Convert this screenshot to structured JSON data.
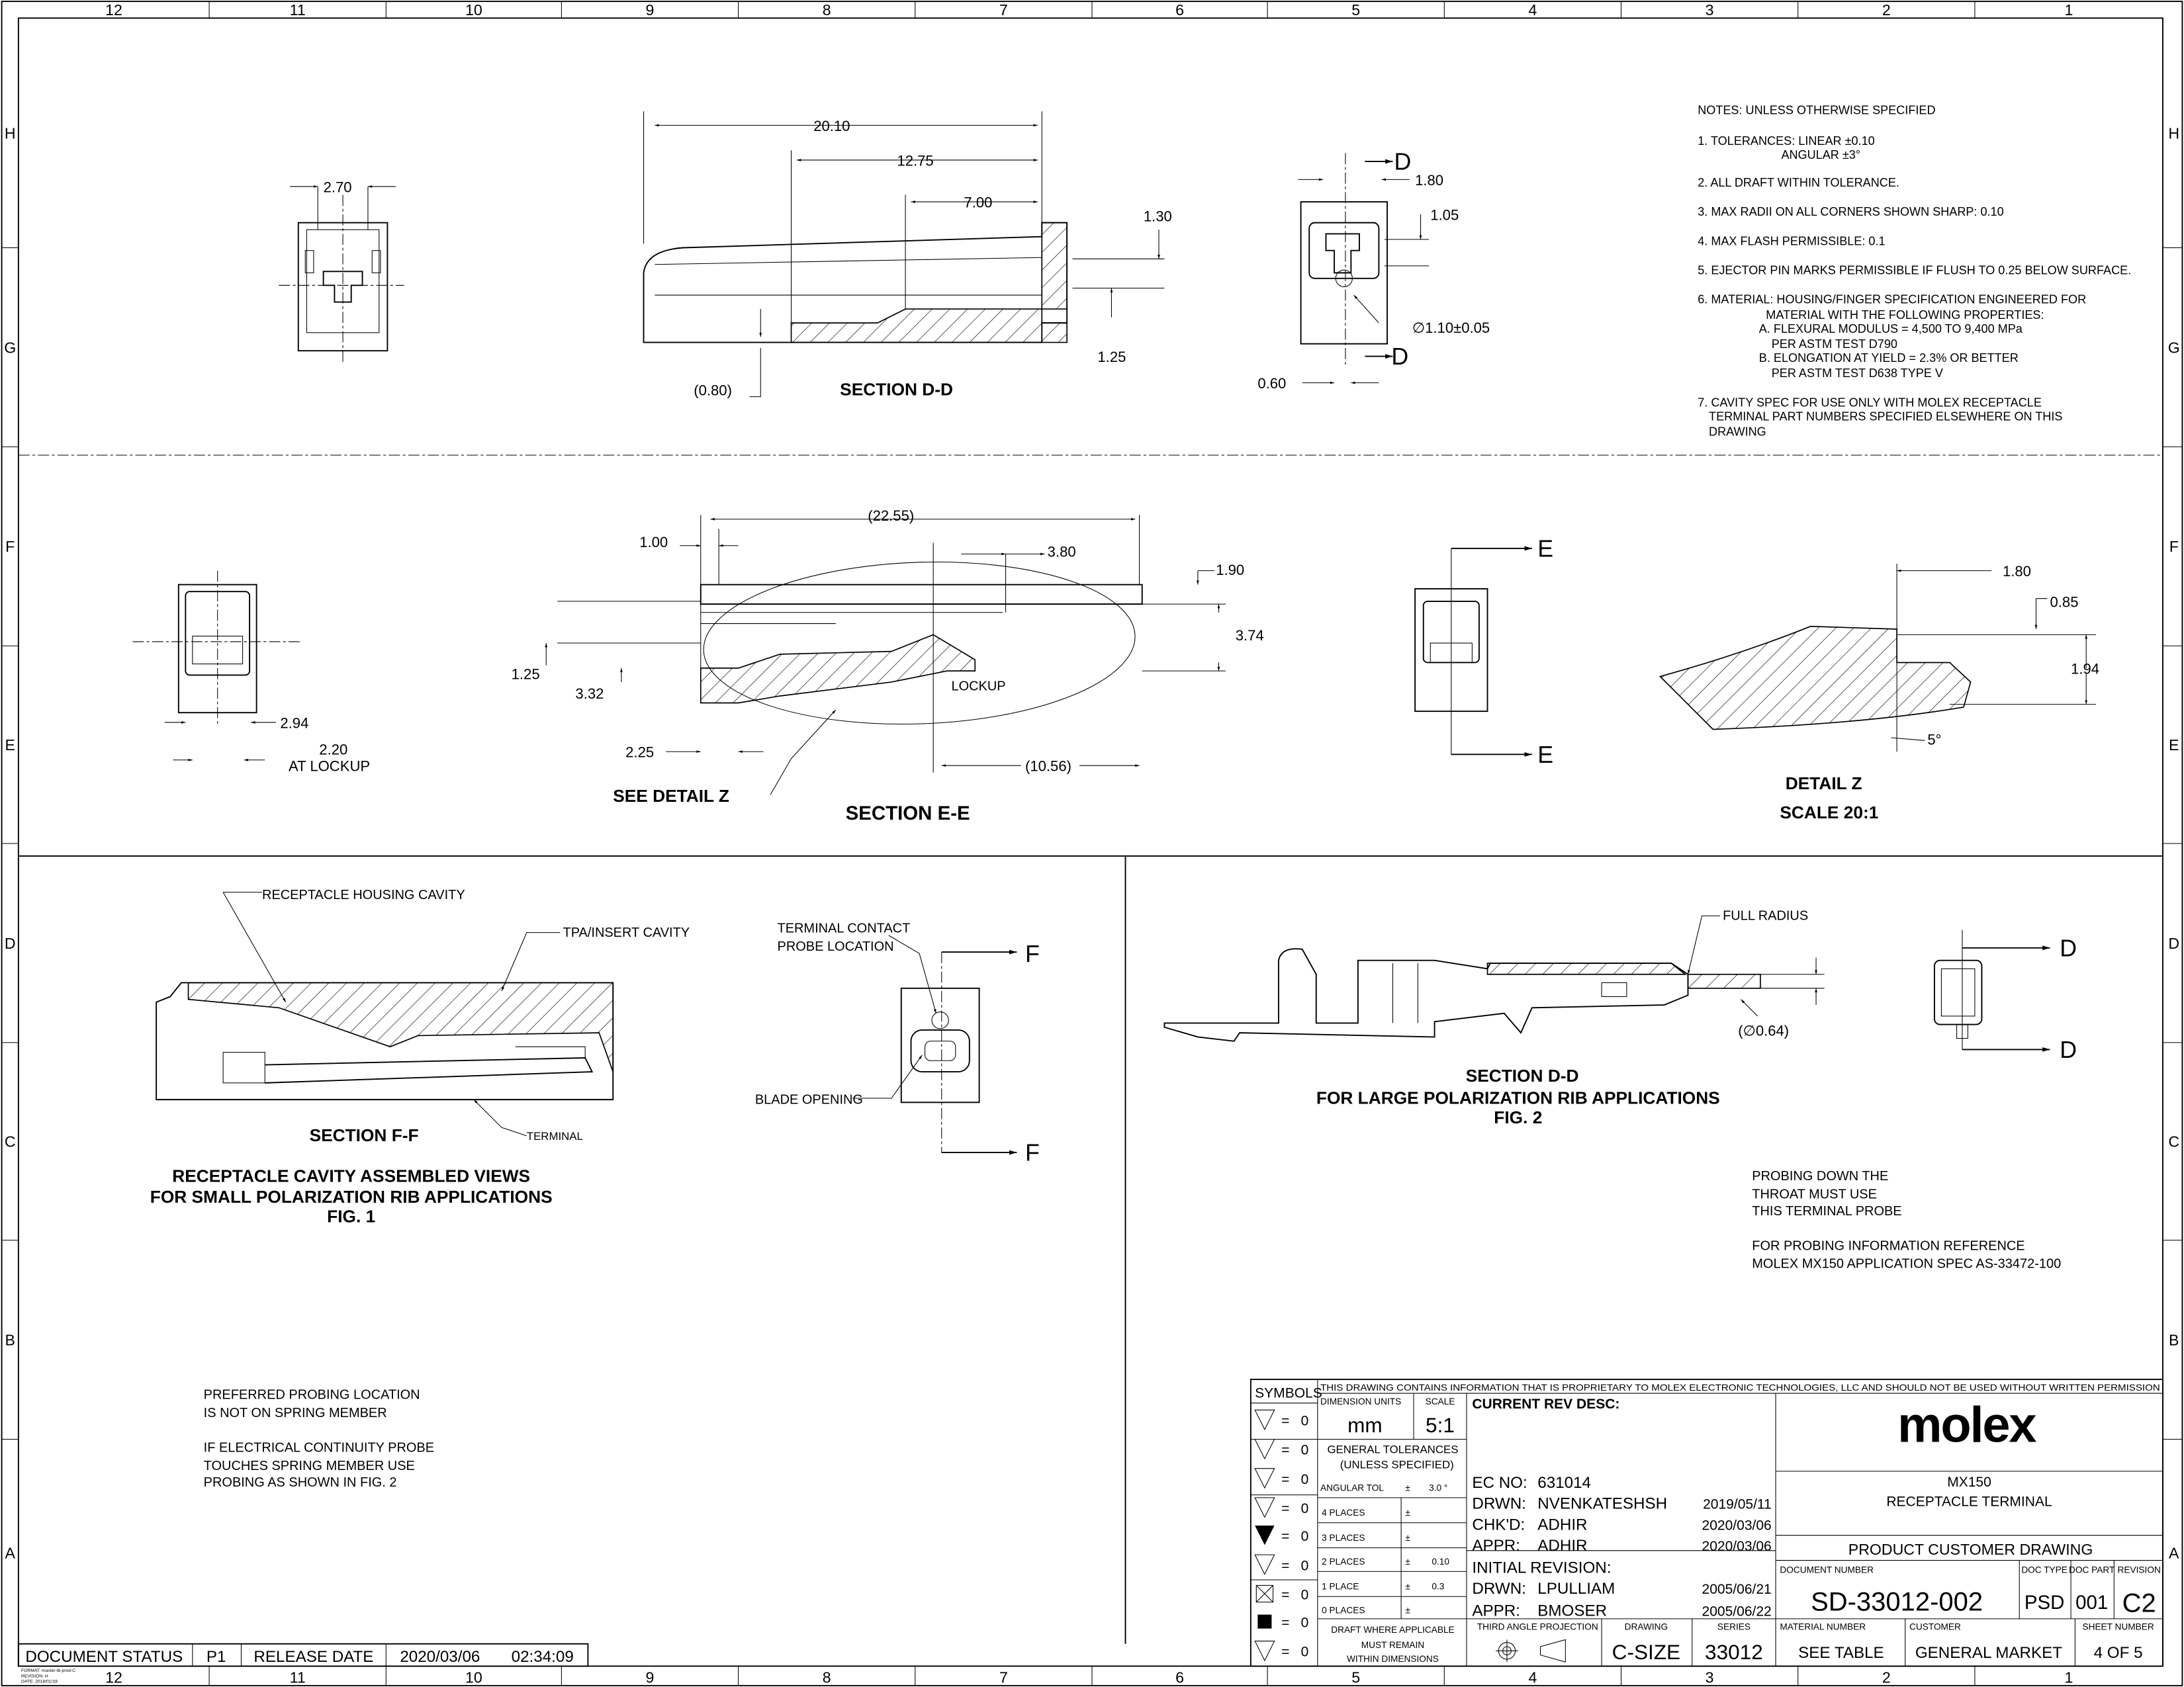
{
  "border": {
    "columns": [
      "12",
      "11",
      "10",
      "9",
      "8",
      "7",
      "6",
      "5",
      "4",
      "3",
      "2",
      "1"
    ],
    "rows": [
      "H",
      "G",
      "F",
      "E",
      "D",
      "C",
      "B",
      "A"
    ]
  },
  "notes": {
    "title": "NOTES: UNLESS OTHERWISE SPECIFIED",
    "lines": [
      "1. TOLERANCES: LINEAR ±0.10",
      "ANGULAR ±3°",
      "2. ALL DRAFT WITHIN TOLERANCE.",
      "3. MAX RADII ON ALL CORNERS SHOWN SHARP: 0.10",
      "4. MAX FLASH PERMISSIBLE: 0.1",
      "5. EJECTOR PIN MARKS PERMISSIBLE IF FLUSH TO 0.25 BELOW SURFACE.",
      "6. MATERIAL: HOUSING/FINGER SPECIFICATION ENGINEERED FOR",
      "MATERIAL WITH THE FOLLOWING PROPERTIES:",
      "A. FLEXURAL MODULUS = 4,500 TO 9,400 MPa",
      "PER ASTM TEST D790",
      "B. ELONGATION AT YIELD = 2.3% OR BETTER",
      "PER ASTM TEST D638 TYPE V",
      "7. CAVITY SPEC FOR USE ONLY WITH MOLEX RECEPTACLE",
      "TERMINAL PART NUMBERS SPECIFIED ELSEWHERE ON THIS",
      "DRAWING"
    ]
  },
  "top_row": {
    "front_view_width": "2.70",
    "section_dd": {
      "caption": "SECTION D-D",
      "dims": [
        "20.10",
        "12.75",
        "7.00",
        "1.30",
        "1.25",
        "(0.80)"
      ]
    },
    "end_view": {
      "section_marks": [
        "D",
        "D"
      ],
      "dims": [
        "1.80",
        "1.05",
        "∅1.10±0.05",
        "0.60"
      ]
    }
  },
  "middle_row": {
    "front_view": {
      "dims": [
        "2.94",
        "2.20",
        "AT LOCKUP"
      ]
    },
    "section_ee": {
      "caption": "SECTION E-E",
      "detail_callout": "SEE DETAIL Z",
      "lockup_label": "LOCKUP",
      "dims": [
        "(22.55)",
        "1.00",
        "3.80",
        "1.90",
        "3.74",
        "1.25",
        "3.32",
        "2.25",
        "(10.56)"
      ]
    },
    "end_view": {
      "section_marks": [
        "E",
        "E"
      ]
    },
    "detail_z": {
      "caption": "DETAIL Z",
      "scale": "SCALE 20:1",
      "dims": [
        "1.80",
        "0.85",
        "1.94",
        "5°"
      ]
    }
  },
  "fig1": {
    "callouts": [
      "RECEPTACLE HOUSING CAVITY",
      "TPA/INSERT CAVITY",
      "TERMINAL"
    ],
    "section_caption": "SECTION F-F",
    "caption_lines": [
      "RECEPTACLE CAVITY ASSEMBLED VIEWS",
      "FOR SMALL POLARIZATION RIB APPLICATIONS",
      "FIG. 1"
    ],
    "end_view": {
      "callouts": [
        "TERMINAL CONTACT",
        "PROBE LOCATION",
        "BLADE OPENING"
      ],
      "section_marks": [
        "F",
        "F"
      ]
    },
    "probing_notes": [
      "PREFERRED PROBING LOCATION",
      "IS NOT ON SPRING MEMBER",
      "IF ELECTRICAL CONTINUITY PROBE",
      "TOUCHES SPRING MEMBER USE",
      "PROBING AS SHOWN IN FIG. 2"
    ]
  },
  "fig2": {
    "callouts": [
      "FULL RADIUS",
      "(∅0.64)"
    ],
    "caption_lines": [
      "SECTION D-D",
      "FOR LARGE POLARIZATION RIB APPLICATIONS",
      "FIG. 2"
    ],
    "section_marks": [
      "D",
      "D"
    ],
    "probing_notes": [
      "PROBING DOWN THE",
      "THROAT MUST USE",
      "THIS TERMINAL PROBE",
      "FOR PROBING INFORMATION REFERENCE",
      "MOLEX MX150 APPLICATION SPEC AS-33472-100"
    ]
  },
  "title_block": {
    "symbols_header": "SYMBOLS",
    "symbol_values": [
      "0",
      "0",
      "0",
      "0",
      "0",
      "0",
      "0",
      "0",
      "0"
    ],
    "symbol_equals": "=",
    "proprietary": "THIS DRAWING CONTAINS INFORMATION THAT IS PROPRIETARY TO MOLEX ELECTRONIC TECHNOLOGIES, LLC AND SHOULD NOT BE USED WITHOUT WRITTEN PERMISSION",
    "dimension_units_label": "DIMENSION UNITS",
    "dimension_units": "mm",
    "scale_label": "SCALE",
    "scale": "5:1",
    "general_tolerances": "GENERAL TOLERANCES",
    "unless_specified": "(UNLESS SPECIFIED)",
    "angular_tol_label": "ANGULAR TOL",
    "angular_tol": "3.0 °",
    "pm": "±",
    "places": [
      {
        "label": "4 PLACES",
        "value": ""
      },
      {
        "label": "3 PLACES",
        "value": ""
      },
      {
        "label": "2 PLACES",
        "value": "0.10"
      },
      {
        "label": "1 PLACE",
        "value": "0.3"
      },
      {
        "label": "0 PLACES",
        "value": ""
      }
    ],
    "draft_note": [
      "DRAFT WHERE APPLICABLE",
      "MUST REMAIN",
      "WITHIN DIMENSIONS"
    ],
    "current_rev_desc": "CURRENT REV DESC:",
    "ec_no_label": "EC NO:",
    "ec_no": "631014",
    "current": [
      {
        "role": "DRWN:",
        "name": "NVENKATESHSH",
        "date": "2019/05/11"
      },
      {
        "role": "CHK'D:",
        "name": "ADHIR",
        "date": "2020/03/06"
      },
      {
        "role": "APPR:",
        "name": "ADHIR",
        "date": "2020/03/06"
      }
    ],
    "initial_revision": "INITIAL REVISION:",
    "initial": [
      {
        "role": "DRWN:",
        "name": "LPULLIAM",
        "date": "2005/06/21"
      },
      {
        "role": "APPR:",
        "name": "BMOSER",
        "date": "2005/06/22"
      }
    ],
    "projection_label": "THIRD ANGLE PROJECTION",
    "drawing_label": "DRAWING",
    "drawing_size": "C-SIZE",
    "series_label": "SERIES",
    "series": "33012",
    "logo": "molex",
    "title_lines": [
      "MX150",
      "RECEPTACLE TERMINAL"
    ],
    "drawing_type": "PRODUCT CUSTOMER DRAWING",
    "document_number_label": "DOCUMENT NUMBER",
    "document_number": "SD-33012-002",
    "doc_type_label": "DOC TYPE",
    "doc_type": "PSD",
    "doc_part_label": "DOC PART",
    "doc_part": "001",
    "revision_label": "REVISION",
    "revision": "C2",
    "material_number_label": "MATERIAL NUMBER",
    "material_number": "SEE TABLE",
    "customer_label": "CUSTOMER",
    "customer": "GENERAL MARKET",
    "sheet_number_label": "SHEET NUMBER",
    "sheet_number": "4 OF 5"
  },
  "status_bar": {
    "document_status_label": "DOCUMENT STATUS",
    "document_status": "P1",
    "release_date_label": "RELEASE DATE",
    "release_date": "2020/03/06",
    "release_time": "02:34:09"
  },
  "format_info": [
    "FORMAT: master-tb-prod-C",
    "REVISION: H",
    "DATE: 2018/01/18"
  ]
}
